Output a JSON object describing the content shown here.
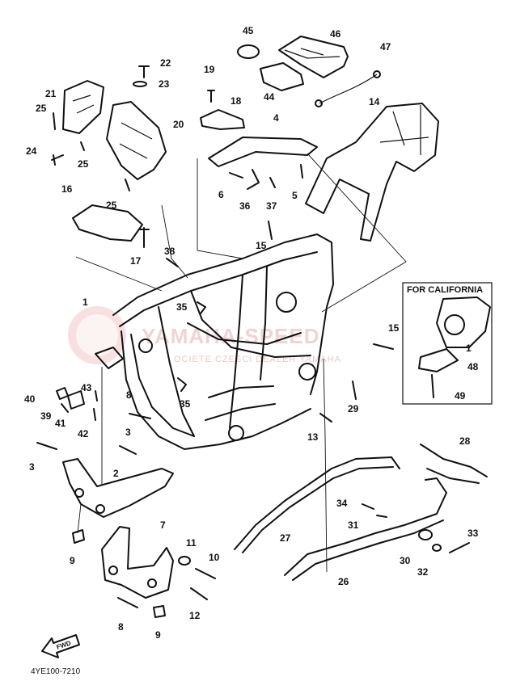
{
  "diagram": {
    "part_code": "4YE100-7210",
    "inset_title": "FOR CALIFORNIA",
    "fwd_label": "FWD",
    "watermark": {
      "brand": "YAMAHA-SPEED",
      "sub": "OCIETE CZEŚCI DEALER YAMAHA"
    },
    "callouts": [
      {
        "id": "c45",
        "text": "45"
      },
      {
        "id": "c46",
        "text": "46"
      },
      {
        "id": "c47",
        "text": "47"
      },
      {
        "id": "c22",
        "text": "22"
      },
      {
        "id": "c23",
        "text": "23"
      },
      {
        "id": "c19",
        "text": "19"
      },
      {
        "id": "c44",
        "text": "44"
      },
      {
        "id": "c21",
        "text": "21"
      },
      {
        "id": "c18",
        "text": "18"
      },
      {
        "id": "c14",
        "text": "14"
      },
      {
        "id": "c25a",
        "text": "25"
      },
      {
        "id": "c20",
        "text": "20"
      },
      {
        "id": "c4",
        "text": "4"
      },
      {
        "id": "c24",
        "text": "24"
      },
      {
        "id": "c25b",
        "text": "25"
      },
      {
        "id": "c6",
        "text": "6"
      },
      {
        "id": "c36",
        "text": "36"
      },
      {
        "id": "c37",
        "text": "37"
      },
      {
        "id": "c5",
        "text": "5"
      },
      {
        "id": "c16",
        "text": "16"
      },
      {
        "id": "c25c",
        "text": "25"
      },
      {
        "id": "c15a",
        "text": "15"
      },
      {
        "id": "c17",
        "text": "17"
      },
      {
        "id": "c38",
        "text": "38"
      },
      {
        "id": "c1a",
        "text": "1"
      },
      {
        "id": "c35a",
        "text": "35"
      },
      {
        "id": "c15b",
        "text": "15"
      },
      {
        "id": "c1b",
        "text": "1"
      },
      {
        "id": "c48",
        "text": "48"
      },
      {
        "id": "c49",
        "text": "49"
      },
      {
        "id": "c43",
        "text": "43"
      },
      {
        "id": "c40",
        "text": "40"
      },
      {
        "id": "c8a",
        "text": "8"
      },
      {
        "id": "c35b",
        "text": "35"
      },
      {
        "id": "c39",
        "text": "39"
      },
      {
        "id": "c41",
        "text": "41"
      },
      {
        "id": "c42",
        "text": "42"
      },
      {
        "id": "c29",
        "text": "29"
      },
      {
        "id": "c3a",
        "text": "3"
      },
      {
        "id": "c13",
        "text": "13"
      },
      {
        "id": "c3b",
        "text": "3"
      },
      {
        "id": "c28",
        "text": "28"
      },
      {
        "id": "c2",
        "text": "2"
      },
      {
        "id": "c34",
        "text": "34"
      },
      {
        "id": "c31",
        "text": "31"
      },
      {
        "id": "c27",
        "text": "27"
      },
      {
        "id": "c33",
        "text": "33"
      },
      {
        "id": "c9a",
        "text": "9"
      },
      {
        "id": "c7",
        "text": "7"
      },
      {
        "id": "c11",
        "text": "11"
      },
      {
        "id": "c10",
        "text": "10"
      },
      {
        "id": "c30",
        "text": "30"
      },
      {
        "id": "c32",
        "text": "32"
      },
      {
        "id": "c26",
        "text": "26"
      },
      {
        "id": "c12",
        "text": "12"
      },
      {
        "id": "c8b",
        "text": "8"
      },
      {
        "id": "c9b",
        "text": "9"
      }
    ]
  }
}
